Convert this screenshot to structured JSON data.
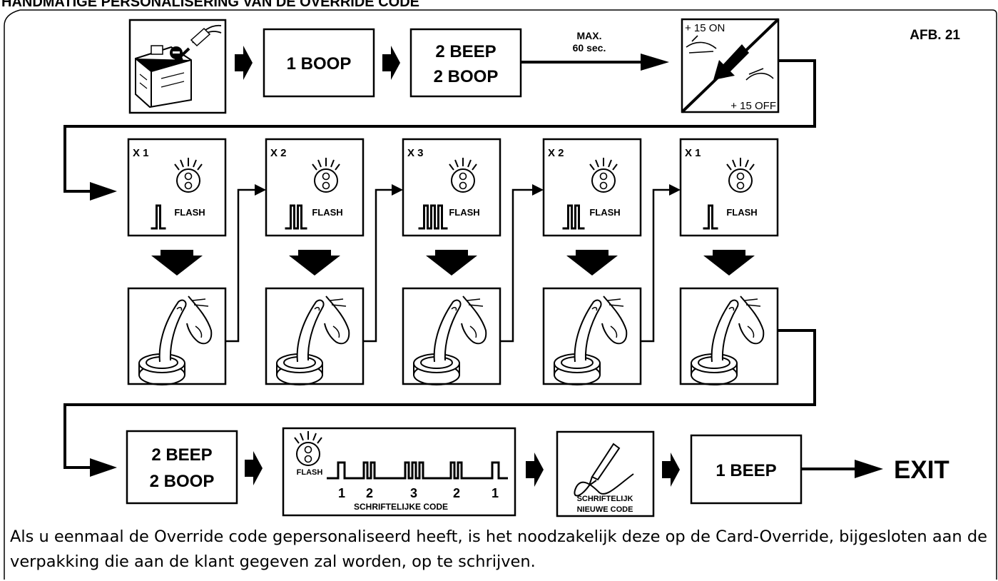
{
  "heading": "HANDMATIGE PERSONALISERING VAN DE OVERRIDE CODE",
  "figure_label": "AFB. 21",
  "row1": {
    "box_1_boop": "1 BOOP",
    "box_beep_line1": "2 BEEP",
    "box_beep_line2": "2 BOOP",
    "max_line1": "MAX.",
    "max_line2": "60 sec.",
    "ignition_on": "+ 15 ON",
    "ignition_off": "+ 15 OFF"
  },
  "flash_steps": [
    {
      "count": "X 1",
      "pulses": 1,
      "flash_label": "FLASH"
    },
    {
      "count": "X 2",
      "pulses": 2,
      "flash_label": "FLASH"
    },
    {
      "count": "X 3",
      "pulses": 3,
      "flash_label": "FLASH"
    },
    {
      "count": "X 2",
      "pulses": 2,
      "flash_label": "FLASH"
    },
    {
      "count": "X 1",
      "pulses": 1,
      "flash_label": "FLASH"
    }
  ],
  "row3": {
    "beep_line1": "2 BEEP",
    "beep_line2": "2 BOOP",
    "flash_label": "FLASH",
    "code_digits": [
      "1",
      "2",
      "3",
      "2",
      "1"
    ],
    "code_caption": "SCHRIFTELIJKE CODE",
    "write_line1": "SCHRIFTELIJK",
    "write_line2": "NIEUWE CODE",
    "final_beep": "1 BEEP",
    "exit_label": "EXIT"
  },
  "caption": "Als u eenmaal de Override code gepersonaliseerd heeft, is het noodzakelijk deze op de Card-Override, bijgesloten aan de verpakking die aan de klant gegeven zal worden, op te schrijven."
}
